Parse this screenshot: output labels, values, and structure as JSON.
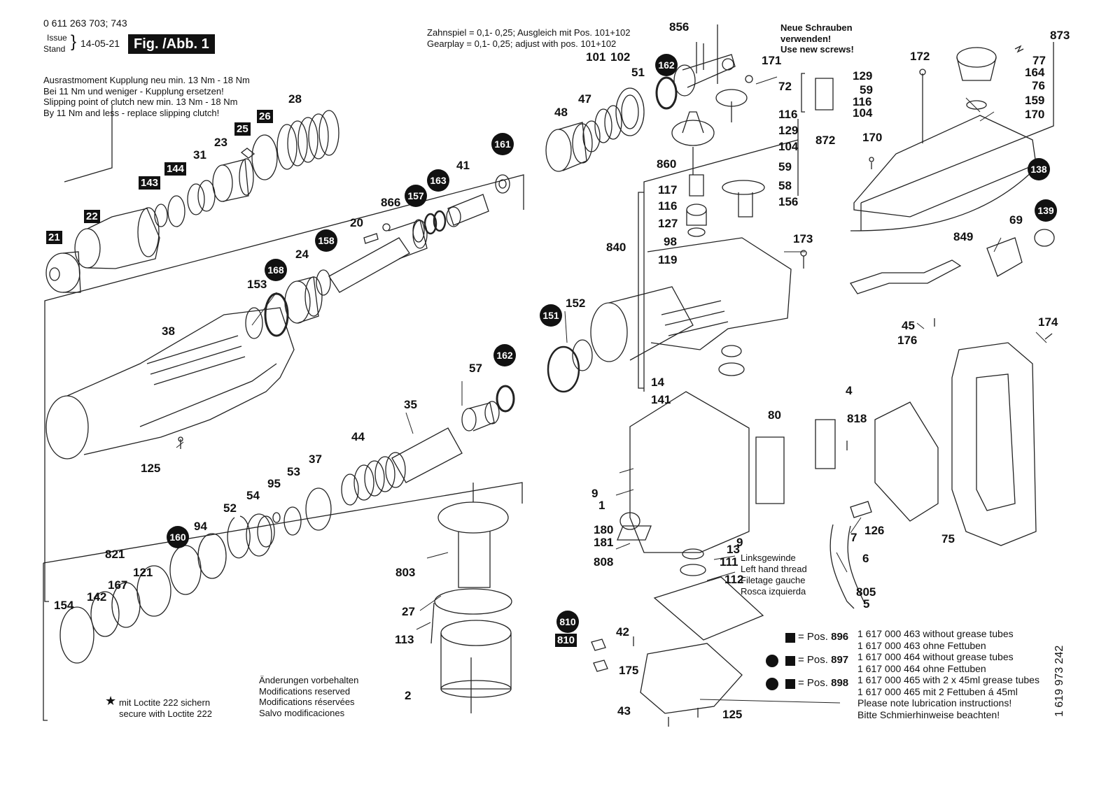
{
  "header": {
    "doc_number": "0 611 263 703; 743",
    "issue_label": "Issue",
    "stand_label": "Stand",
    "date": "14-05-21",
    "figure": "Fig. /Abb. 1"
  },
  "notes": {
    "clutch": [
      "Ausrastmoment Kupplung neu min. 13 Nm - 18 Nm",
      "Bei 11 Nm und weniger - Kupplung ersetzen!",
      "Slipping point of clutch new min. 13 Nm - 18 Nm",
      "By 11 Nm and less - replace slipping clutch!"
    ],
    "gearplay": [
      "Zahnspiel = 0,1- 0,25; Ausgleich mit Pos. 101+102",
      "Gearplay  = 0,1- 0,25; adjust with pos. 101+102"
    ],
    "screws": [
      "Neue Schrauben",
      "verwenden!",
      "Use new screws!"
    ],
    "thread": [
      "Linksgewinde",
      "Left hand thread",
      "Filetage gauche",
      "Rosca izquierda"
    ],
    "loctite": [
      "mit Loctite 222 sichern",
      "secure with Loctite 222"
    ],
    "modifications": [
      "Änderungen vorbehalten",
      "Modifications reserved",
      "Modifications réservées",
      "Salvo modificaciones"
    ],
    "star_symbol": "★",
    "pos_prefix": "= Pos.",
    "pos_896": "896",
    "pos_897": "897",
    "pos_898": "898",
    "kits": [
      "1 617 000 463 without grease tubes",
      "1 617 000 463 ohne Fettuben",
      "1 617 000 464 without grease tubes",
      "1 617 000 464 ohne Fettuben",
      "1 617 000 465 with 2 x 45ml grease tubes",
      "1 617 000 465 mit 2 Fettuben á 45ml",
      "Please note lubrication instructions!",
      "Bitte Schmierhinweise beachten!"
    ],
    "side_number": "1 619 973 242"
  },
  "parts": {
    "p21": "21",
    "p22": "22",
    "p143": "143",
    "p144": "144",
    "p31": "31",
    "p23": "23",
    "p25": "25",
    "p26": "26",
    "p28": "28",
    "p153": "153",
    "p168": "168",
    "p24": "24",
    "p158": "158",
    "p20": "20",
    "p866": "866",
    "p157": "157",
    "p163": "163",
    "p41": "41",
    "p161": "161",
    "p38": "38",
    "p125a": "125",
    "p48": "48",
    "p47": "47",
    "p101": "101",
    "p102": "102",
    "p51": "51",
    "p856": "856",
    "p162a": "162",
    "p171": "171",
    "p72": "72",
    "p116a": "116",
    "p129a": "129",
    "p104a": "104",
    "p59a": "59",
    "p58": "58",
    "p156": "156",
    "p872": "872",
    "p860": "860",
    "p117": "117",
    "p116b": "116",
    "p127": "127",
    "p98": "98",
    "p119": "119",
    "p840": "840",
    "p129b": "129",
    "p59b": "59",
    "p116c": "116",
    "p104b": "104",
    "p173": "173",
    "p151": "151",
    "p152": "152",
    "p162b": "162",
    "p57": "57",
    "p35": "35",
    "p44": "44",
    "p37": "37",
    "p53": "53",
    "p95": "95",
    "p54": "54",
    "p52": "52",
    "p94": "94",
    "p160": "160",
    "p821": "821",
    "p167": "167",
    "p121": "121",
    "p142": "142",
    "p154": "154",
    "p14": "14",
    "p141": "141",
    "p80": "80",
    "p4": "4",
    "p818": "818",
    "p9a": "9",
    "p1": "1",
    "p180": "180",
    "p181": "181",
    "p808": "808",
    "p9b": "9",
    "p803": "803",
    "p27": "27",
    "p113": "113",
    "p2": "2",
    "p13": "13",
    "p111": "111",
    "p112": "112",
    "p42": "42",
    "p175": "175",
    "p43": "43",
    "p125b": "125",
    "p810a": "810",
    "p810b": "810",
    "p126": "126",
    "p7": "7",
    "p6": "6",
    "p805": "805",
    "p5": "5",
    "p172": "172",
    "p873": "873",
    "p77": "77",
    "p164": "164",
    "p76": "76",
    "p159": "159",
    "p170a": "170",
    "p170b": "170",
    "p138": "138",
    "p849": "849",
    "p69": "69",
    "p139": "139",
    "p45": "45",
    "p176": "176",
    "p174": "174",
    "p75": "75"
  }
}
